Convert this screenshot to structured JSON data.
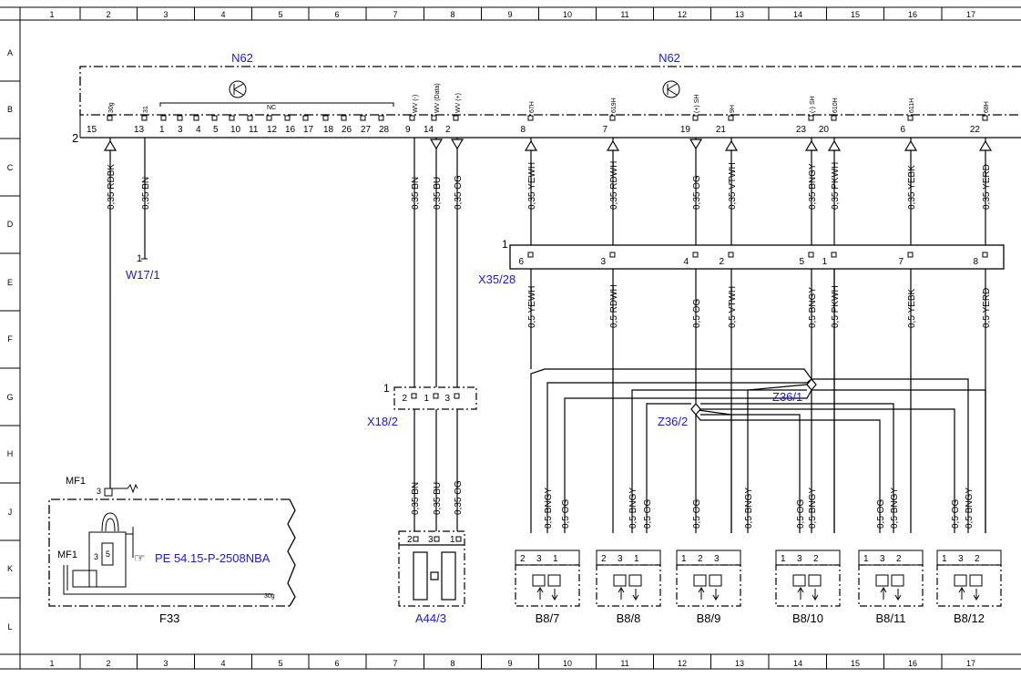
{
  "grid": {
    "columns": [
      "1",
      "2",
      "3",
      "4",
      "5",
      "6",
      "7",
      "8",
      "9",
      "10",
      "11",
      "12",
      "13",
      "14",
      "15",
      "16",
      "17"
    ],
    "rows": [
      "A",
      "B",
      "C",
      "D",
      "E",
      "F",
      "G",
      "H",
      "J",
      "K",
      "L"
    ]
  },
  "colors": {
    "line": "#000000",
    "label_blue": "#1a1ad8"
  },
  "n62": {
    "label_left": "N62",
    "label_right": "N62",
    "connector_id": "2",
    "nc_label": "NC",
    "left_pins": [
      "15",
      "13",
      "1",
      "3",
      "4",
      "5",
      "10",
      "11",
      "12",
      "16",
      "17",
      "18",
      "26",
      "27",
      "28",
      "9",
      "14",
      "2"
    ],
    "left_pin_names": [
      "30g",
      "31",
      "WV (-)",
      "WV (Data)",
      "WV (+)"
    ],
    "right_pins": [
      "8",
      "7",
      "19",
      "21",
      "23",
      "20",
      "6",
      "22"
    ],
    "right_pin_names": [
      "67H",
      "619H",
      "(+) SH",
      "9H",
      "(-) SH",
      "610H",
      "611H",
      "68H"
    ]
  },
  "wires_top": [
    "0,35 RDBK",
    "0,35 BN",
    "0,35 BN",
    "0,35 BU",
    "0,35 OG",
    "0,35 YEWH",
    "0,35 RDWH",
    "0,35 OG",
    "0,35 VTWH",
    "0,35 BNGY",
    "0,35 PKWH",
    "0,35 YEBK",
    "0,35 YERD"
  ],
  "w17": {
    "pin": "1",
    "label": "W17/1"
  },
  "x35": {
    "label": "X35/28",
    "connector_id": "1",
    "pins": [
      "6",
      "3",
      "4",
      "2",
      "5",
      "1",
      "7",
      "8"
    ]
  },
  "wires_mid": [
    "0,5 YEWH",
    "0,5 RDWH",
    "0,5 OG",
    "0,5 VTWH",
    "0,5 BNGY",
    "0,5 PKWH",
    "0,5 YEBK",
    "0,5 YERD"
  ],
  "x18": {
    "label": "X18/2",
    "connector_id": "1",
    "pins": [
      "2",
      "1",
      "3"
    ]
  },
  "splices": {
    "z1": "Z36/1",
    "z2": "Z36/2"
  },
  "wires_low_x18": [
    "0,35 BN",
    "0,35 BU",
    "0,35 OG"
  ],
  "sensor_wires": [
    "0,5 BNGY",
    "0,5 OG",
    "0,5 BNGY",
    "0,5 OG",
    "0,5 OG",
    "0,5 BNGY",
    "0,5 OG",
    "0,5 BNGY",
    "0,5 OG",
    "0,5 BNGY",
    "0,5 OG",
    "0,5 BNGY"
  ],
  "f33": {
    "label": "F33",
    "mf1_top": "MF1",
    "mf1_side": "MF1",
    "pin3": "3",
    "pin3b": "3",
    "pin5": "5",
    "ref": "PE 54.15-P-2508NBA",
    "ground": "30g"
  },
  "a44": {
    "label": "A44/3",
    "pins": [
      "2",
      "3",
      "1"
    ]
  },
  "sensors": [
    {
      "label": "B8/7",
      "pins": [
        "2",
        "3",
        "1"
      ]
    },
    {
      "label": "B8/8",
      "pins": [
        "2",
        "3",
        "1"
      ]
    },
    {
      "label": "B8/9",
      "pins": [
        "1",
        "2",
        "3"
      ]
    },
    {
      "label": "B8/10",
      "pins": [
        "1",
        "3",
        "2"
      ]
    },
    {
      "label": "B8/11",
      "pins": [
        "1",
        "3",
        "2"
      ]
    },
    {
      "label": "B8/12",
      "pins": [
        "1",
        "3",
        "2"
      ]
    }
  ]
}
